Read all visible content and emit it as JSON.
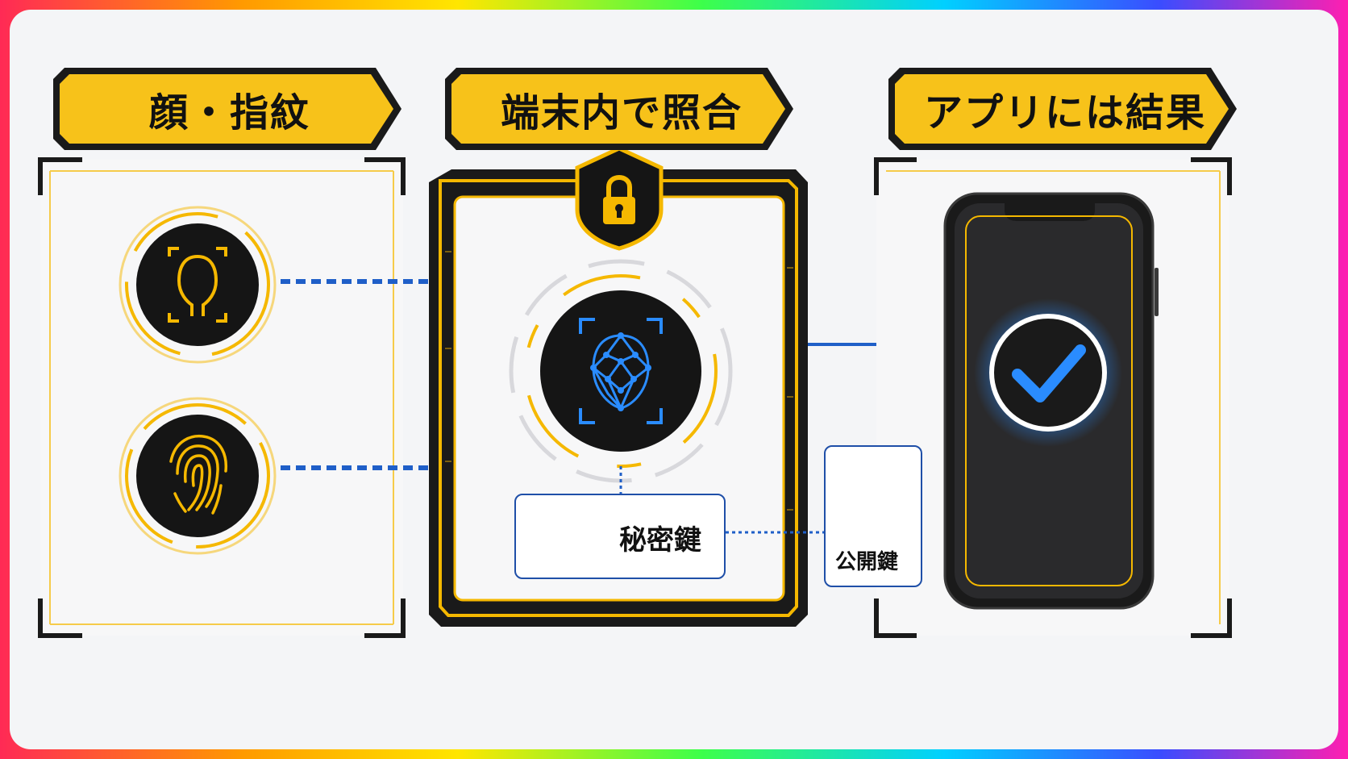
{
  "steps": [
    {
      "title": "顔・指紋"
    },
    {
      "title": "端末内で照合"
    },
    {
      "title": "アプリには結果"
    }
  ],
  "keys": {
    "private_label": "秘密鍵",
    "public_label": "公開鍵"
  },
  "colors": {
    "accent": "#f5b800",
    "dark": "#151515",
    "blue": "#1f5fc8",
    "bright_blue": "#2a8cff"
  },
  "icons": [
    "face-scan-icon",
    "fingerprint-icon",
    "lock-icon",
    "face-mesh-icon",
    "key-icon",
    "check-icon",
    "smartphone-icon"
  ]
}
